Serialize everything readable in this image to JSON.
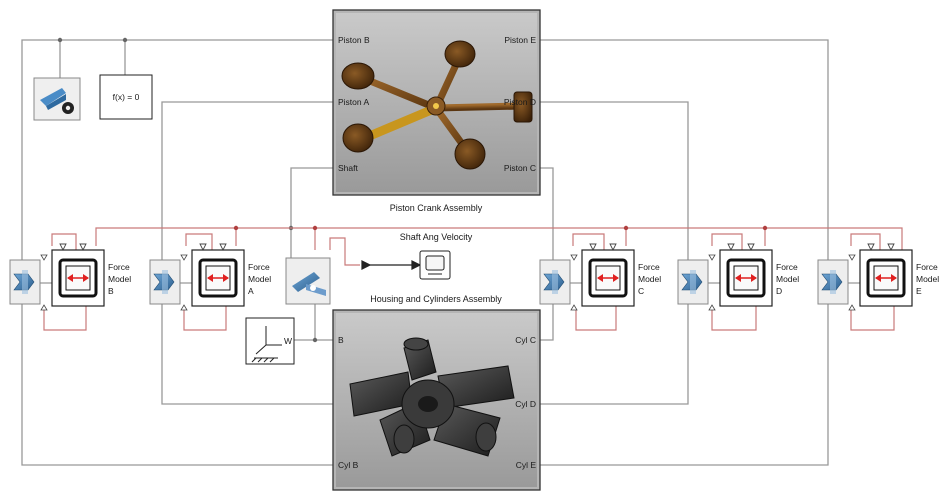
{
  "piston_crank": {
    "caption": "Piston Crank Assembly",
    "ports_left": [
      "Piston B",
      "Piston A",
      "Shaft"
    ],
    "ports_right": [
      "Piston E",
      "Piston D",
      "Piston C"
    ]
  },
  "housing": {
    "caption": "Housing and Cylinders Assembly",
    "ports_left": [
      "B",
      "Cyl B"
    ],
    "ports_right": [
      "Cyl C",
      "Cyl D",
      "Cyl E"
    ]
  },
  "scope": {
    "label": "Shaft Ang Velocity"
  },
  "fx": {
    "label": "f(x) = 0"
  },
  "force_models": [
    {
      "id": "B",
      "label_1": "Force",
      "label_2": "Model",
      "label_3": "B"
    },
    {
      "id": "A",
      "label_1": "Force",
      "label_2": "Model",
      "label_3": "A"
    },
    {
      "id": "C",
      "label_1": "Force",
      "label_2": "Model",
      "label_3": "C"
    },
    {
      "id": "D",
      "label_1": "Force",
      "label_2": "Model",
      "label_3": "D"
    },
    {
      "id": "E",
      "label_1": "Force",
      "label_2": "Model",
      "label_3": "E"
    }
  ],
  "world_frame": {
    "port": "W"
  },
  "colors": {
    "mech_line": "#999999",
    "signal_line": "#c97a7a",
    "piston_bronze": "#7a4a18",
    "housing_dark": "#2f2f2f",
    "block_blue": "#3d7fb8",
    "arrow_red": "#e02020"
  },
  "icons": [
    "solver-config-icon",
    "revolute-joint-icon",
    "world-frame-icon",
    "scope-icon",
    "prismatic-joint-icon",
    "force-model-icon"
  ]
}
